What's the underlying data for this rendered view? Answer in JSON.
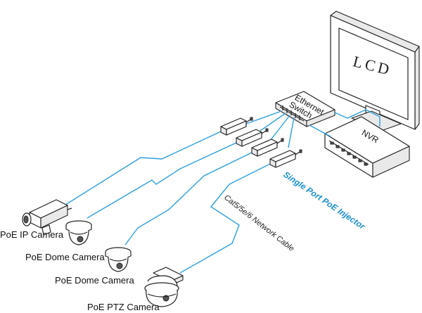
{
  "devices": {
    "monitor": "LCD",
    "switch_line1": "Ethernet",
    "switch_line2": "Switch",
    "nvr": "NVR"
  },
  "labels": {
    "injector": "Single Port PoE Injector",
    "cable": "Cat5/5e/6 Network Cable"
  },
  "cameras": [
    {
      "name": "PoE IP Camera"
    },
    {
      "name": "PoE Dome Camera"
    },
    {
      "name": "PoE Dome Camera"
    },
    {
      "name": "PoE PTZ Camera"
    }
  ],
  "colors": {
    "cable": "#2b9fe0",
    "injector_label": "#1a8fd0"
  }
}
